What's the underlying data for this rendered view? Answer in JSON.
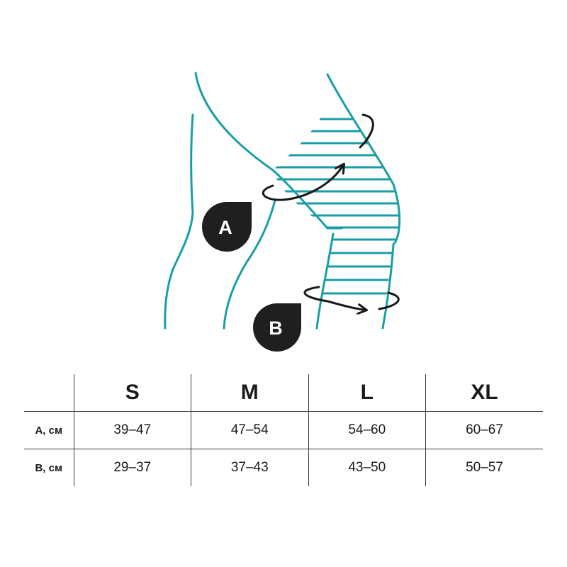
{
  "diagram": {
    "colors": {
      "outline": "#1a9ea5",
      "arrow": "#1a1a1a",
      "badge": "#1f1f1f"
    },
    "badges": [
      {
        "letter": "A"
      },
      {
        "letter": "B"
      }
    ]
  },
  "size_table": {
    "columns": [
      "",
      "S",
      "M",
      "L",
      "XL"
    ],
    "rows": [
      {
        "label": "A, см",
        "values": [
          "39–47",
          "47–54",
          "54–60",
          "60–67"
        ]
      },
      {
        "label": "B, см",
        "values": [
          "29–37",
          "37–43",
          "43–50",
          "50–57"
        ]
      }
    ]
  }
}
